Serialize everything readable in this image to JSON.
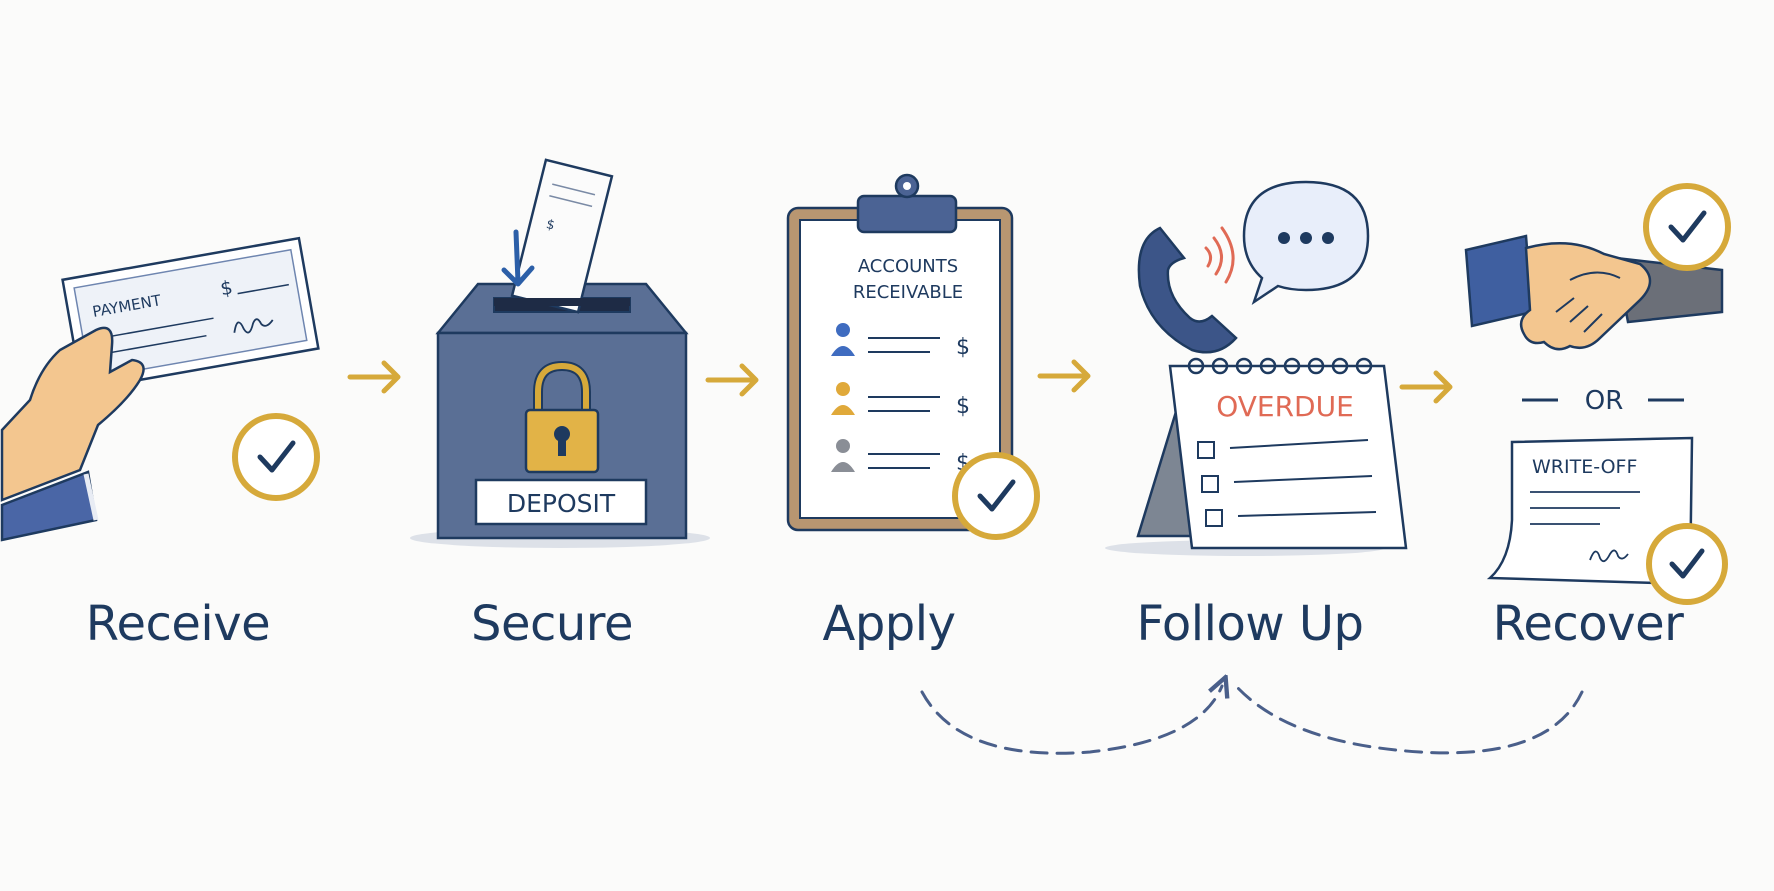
{
  "stages": [
    {
      "label": "Receive",
      "icon": "payment-check-icon"
    },
    {
      "label": "Secure",
      "icon": "deposit-box-icon"
    },
    {
      "label": "Apply",
      "icon": "accounts-receivable-clipboard-icon"
    },
    {
      "label": "Follow Up",
      "icon": "overdue-calendar-icon"
    },
    {
      "label": "Recover",
      "icon": "handshake-icon"
    }
  ],
  "check": {
    "title": "PAYMENT",
    "currency": "$"
  },
  "deposit_box": {
    "label": "DEPOSIT",
    "slip_currency": "$"
  },
  "clipboard": {
    "title_line1": "ACCOUNTS",
    "title_line2": "RECEIVABLE",
    "row_symbol": "$"
  },
  "calendar": {
    "title": "OVERDUE"
  },
  "recover": {
    "or_label": "OR",
    "write_off_label": "WRITE-OFF"
  },
  "colors": {
    "navy": "#1e3a5f",
    "steel_blue": "#5a6f95",
    "gold": "#d6a93a",
    "red_accent": "#e06a55",
    "paper": "#ffffff"
  }
}
